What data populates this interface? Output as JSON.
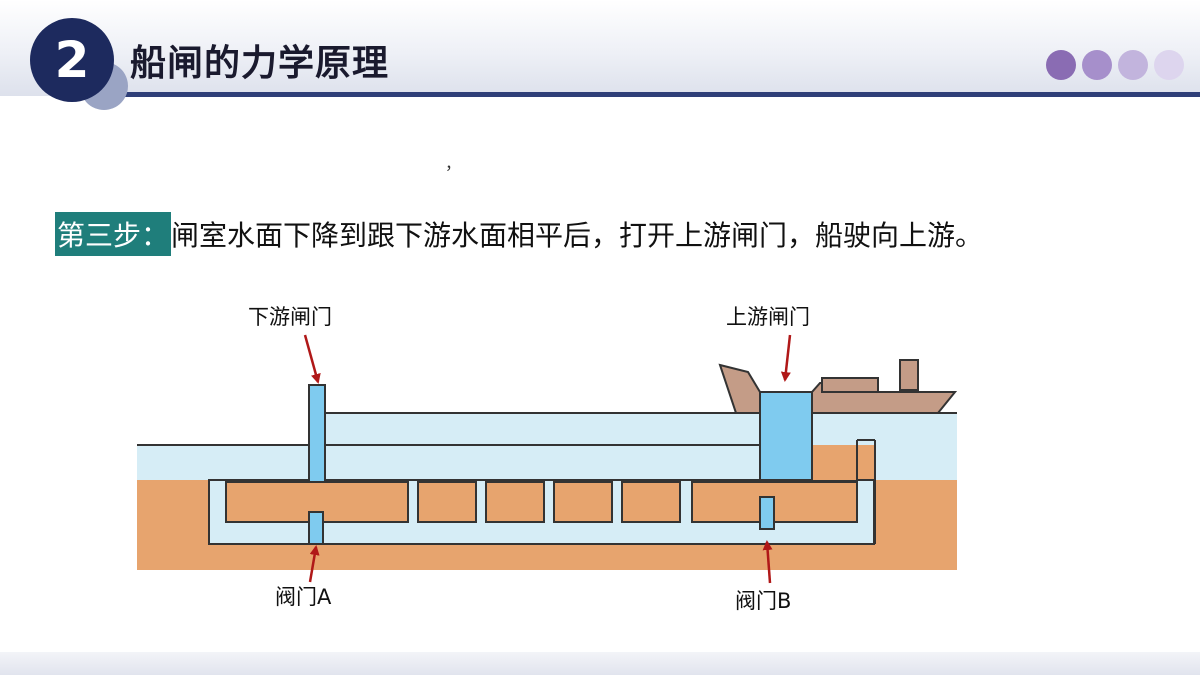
{
  "header": {
    "section_number": "2",
    "title": "船闸的力学原理",
    "dot_colors": [
      "#8a6cb3",
      "#a68fcb",
      "#c2b4dd",
      "#ddd5ee"
    ]
  },
  "stray_mark": "，",
  "step": {
    "label": "第三步：",
    "text": "闸室水面下降到跟下游水面相平后，打开上游闸门，船驶向上游。"
  },
  "diagram": {
    "labels": {
      "downstream_gate": "下游闸门",
      "upstream_gate": "上游闸门",
      "valve_a": "阀门A",
      "valve_b": "阀门B"
    },
    "colors": {
      "water": "#d6edf6",
      "gate": "#7fcbef",
      "earth": "#e7a46e",
      "outline": "#333333",
      "arrow": "#b01818",
      "ship": "#c49c87"
    }
  }
}
